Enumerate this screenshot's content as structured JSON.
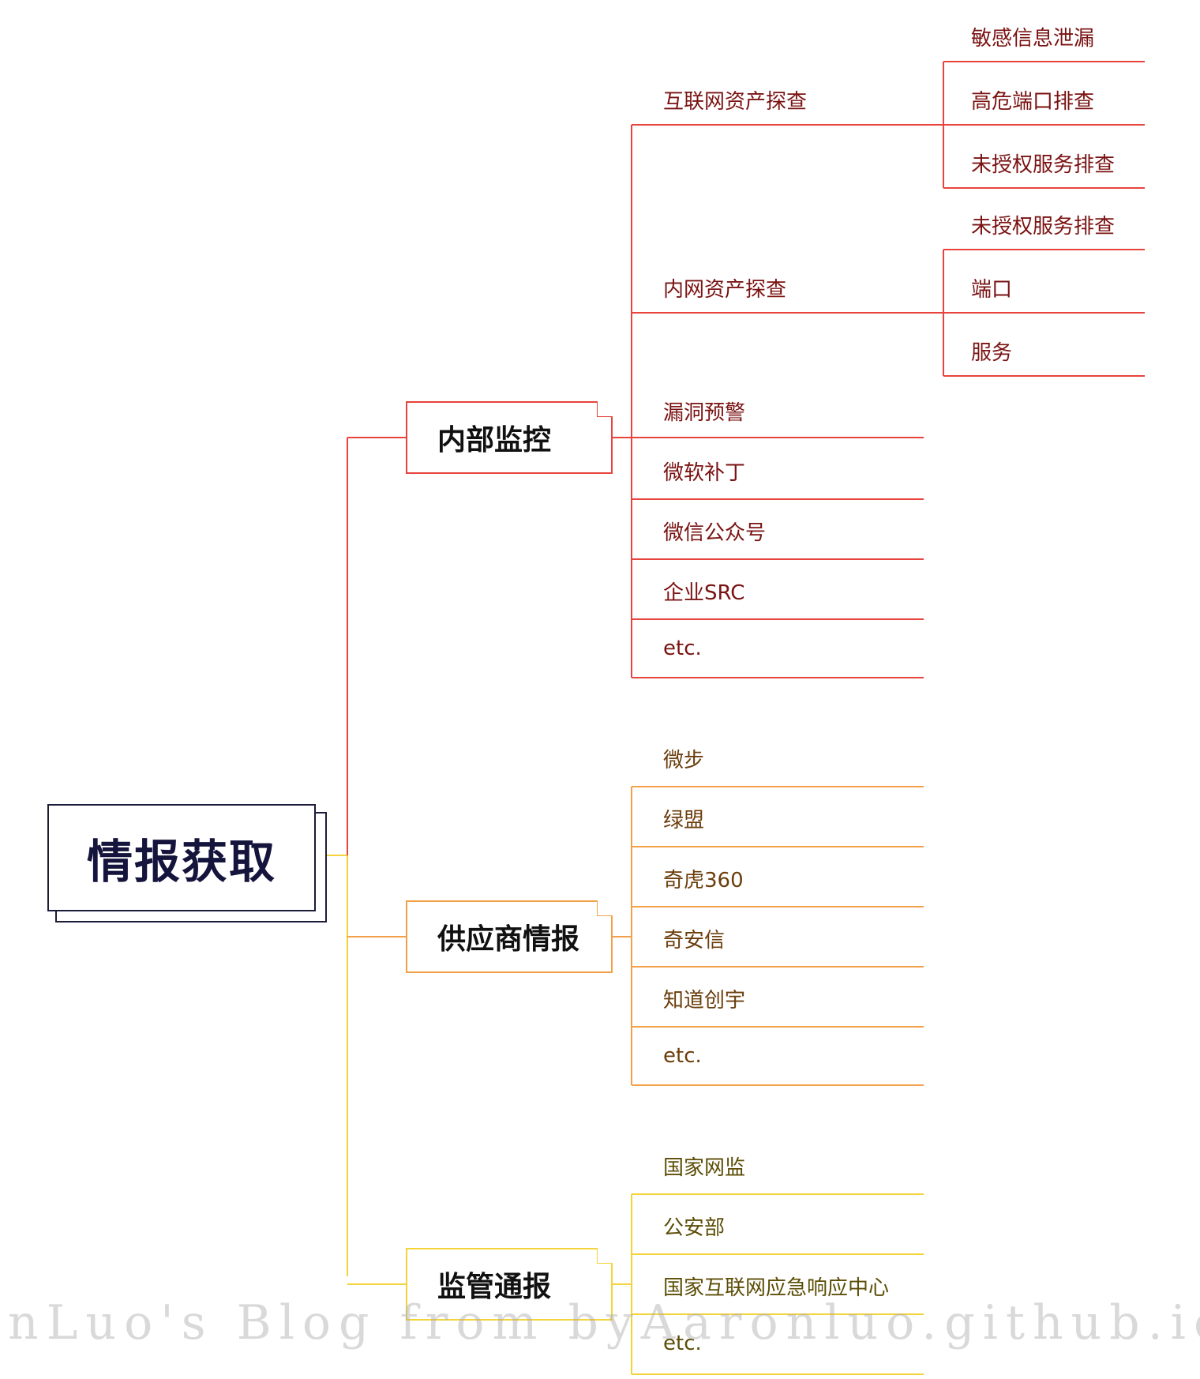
{
  "colors": {
    "root_border": "#1b1b3a",
    "red": "#e8433d",
    "orange": "#f2a14a",
    "yellow": "#f3d33a",
    "red_text": "#7a1212",
    "orange_text": "#6b3d0b",
    "yellow_text": "#5c4d06"
  },
  "root": {
    "label": "情报获取"
  },
  "branches": [
    {
      "label": "内部监控",
      "children": [
        {
          "label": "互联网资产探查",
          "children": [
            {
              "label": "敏感信息泄漏"
            },
            {
              "label": "高危端口排查"
            },
            {
              "label": "未授权服务排查"
            }
          ]
        },
        {
          "label": "内网资产探查",
          "children": [
            {
              "label": "未授权服务排查"
            },
            {
              "label": "端口"
            },
            {
              "label": "服务"
            }
          ]
        },
        {
          "label": "漏洞预警"
        },
        {
          "label": "微软补丁"
        },
        {
          "label": "微信公众号"
        },
        {
          "label": "企业SRC"
        },
        {
          "label": "etc."
        }
      ]
    },
    {
      "label": "供应商情报",
      "children": [
        {
          "label": "微步"
        },
        {
          "label": "绿盟"
        },
        {
          "label": "奇虎360"
        },
        {
          "label": "奇安信"
        },
        {
          "label": "知道创宇"
        },
        {
          "label": "etc."
        }
      ]
    },
    {
      "label": "监管通报",
      "children": [
        {
          "label": "国家网监"
        },
        {
          "label": "公安部"
        },
        {
          "label": "国家互联网应急响应中心"
        },
        {
          "label": "etc."
        }
      ]
    }
  ],
  "watermark": "nLuo's Blog from byAaronluo.github.io"
}
